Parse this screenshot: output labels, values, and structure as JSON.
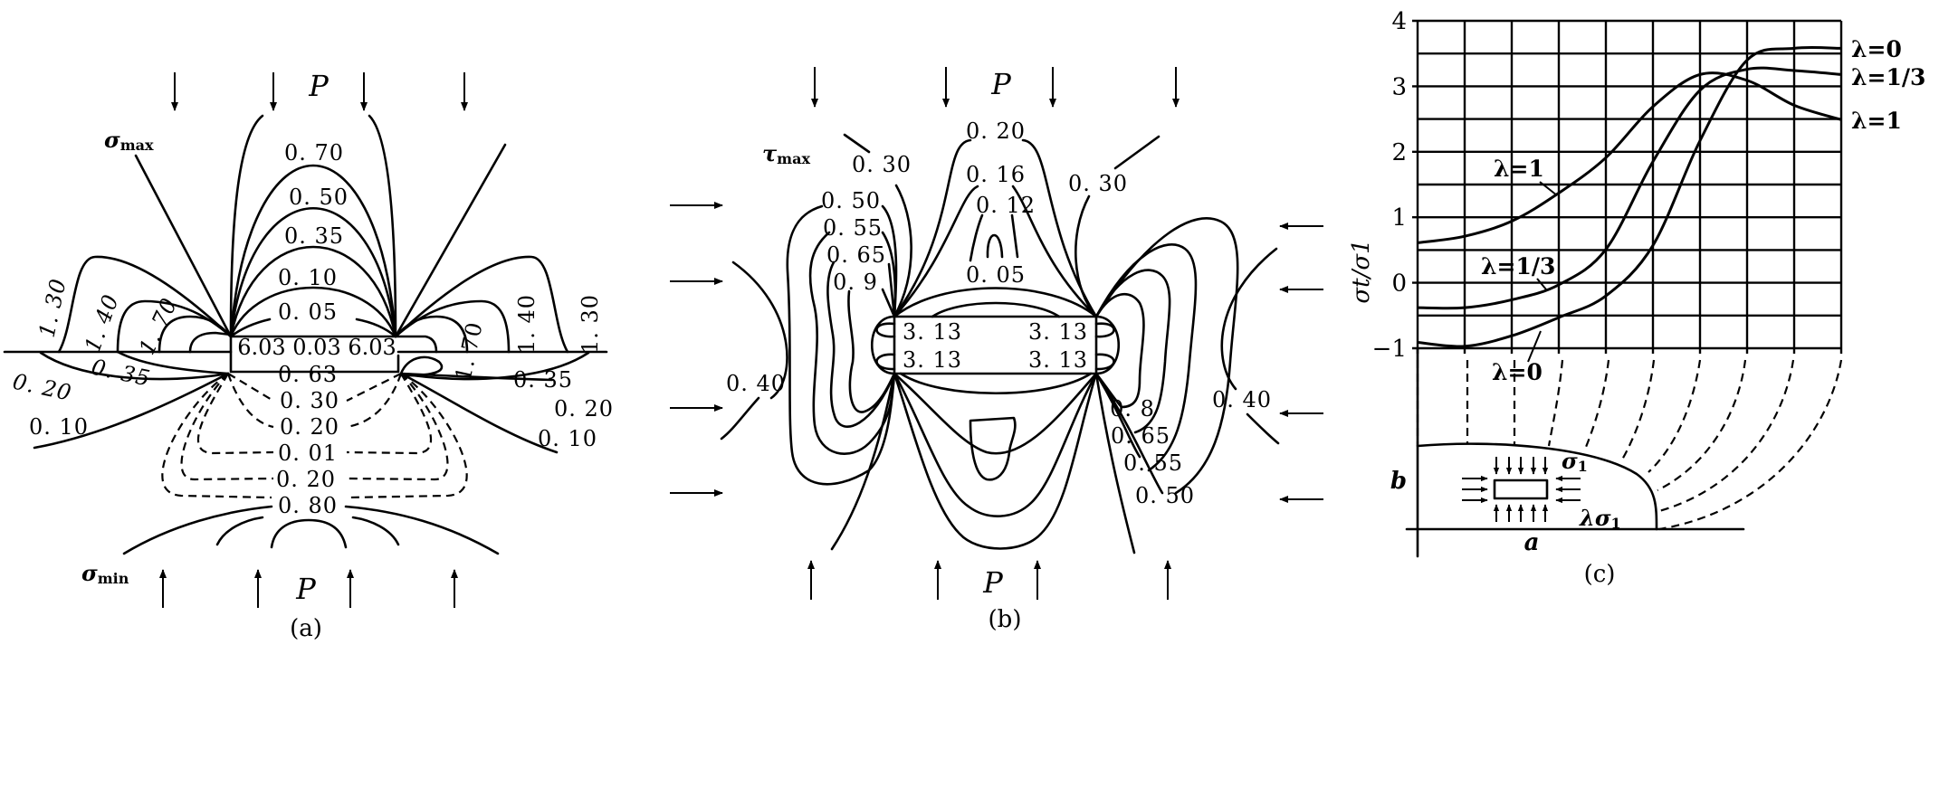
{
  "panel_a": {
    "caption": "(a)",
    "load_top": "P",
    "load_bottom": "P",
    "top_symbol": {
      "base": "σ",
      "sub": "max"
    },
    "bottom_symbol": {
      "base": "σ",
      "sub": "min"
    },
    "contour_labels": [
      "0. 70",
      "0. 50",
      "0. 35",
      "0. 10",
      "0. 05",
      "6.03 0.03 6.03",
      "0. 63",
      "0. 30",
      "0. 20",
      "0. 01",
      "0. 20",
      "0. 80",
      "1. 30",
      "1. 40",
      "1. 70",
      "1. 70",
      "1. 40",
      "1. 30",
      "0. 35",
      "0. 20",
      "0. 10",
      "0. 35",
      "0. 20",
      "0. 10"
    ]
  },
  "panel_b": {
    "caption": "(b)",
    "load_top": "P",
    "load_bottom": "P",
    "top_symbol": {
      "base": "τ",
      "sub": "max"
    },
    "contour_labels": [
      "0. 20",
      "0. 16",
      "0. 12",
      "0. 30",
      "0. 30",
      "0. 50",
      "0. 55",
      "0. 65",
      "0. 9",
      "0. 05",
      "3. 13",
      "3. 13",
      "3. 13",
      "3. 13",
      "0. 40",
      "0. 40",
      "0. 8",
      "0. 65",
      "0. 55",
      "0. 50"
    ]
  },
  "panel_c": {
    "caption": "(c)",
    "inset": {
      "b": "b",
      "a": "a",
      "sigma1": {
        "base": "σ",
        "sub": "1"
      },
      "lambda_sigma1": {
        "base": "λσ",
        "sub": "1"
      }
    }
  },
  "chart_data": {
    "type": "line",
    "title": "",
    "ylabel": "σt/σ1",
    "ylabel_parts": {
      "num": "σ",
      "num_sub": "t",
      "den": "σ",
      "den_sub": "1"
    },
    "xlabel": "",
    "ylim": [
      -1,
      4
    ],
    "yticks": [
      4,
      3,
      2,
      1,
      0,
      -1
    ],
    "ytick_labels": [
      "4",
      "3",
      "2",
      "1",
      "0",
      "−1"
    ],
    "x": [
      0,
      1,
      2,
      3,
      4,
      5,
      6,
      7,
      8,
      9
    ],
    "grid": true,
    "series": [
      {
        "name": "λ=1",
        "values": [
          0.61,
          0.71,
          0.94,
          1.37,
          1.91,
          2.69,
          3.18,
          3.09,
          2.71,
          2.49
        ]
      },
      {
        "name": "λ=1/3",
        "values": [
          -0.38,
          -0.38,
          -0.26,
          -0.03,
          0.51,
          1.85,
          2.94,
          3.26,
          3.24,
          3.18
        ]
      },
      {
        "name": "λ=0",
        "values": [
          -0.91,
          -0.97,
          -0.81,
          -0.53,
          -0.2,
          0.57,
          2.17,
          3.4,
          3.58,
          3.58
        ]
      }
    ],
    "end_labels": [
      "λ=0",
      "λ=1/3",
      "λ=1"
    ],
    "inner_labels": [
      "λ=1",
      "λ=1/3",
      "λ=0"
    ]
  }
}
